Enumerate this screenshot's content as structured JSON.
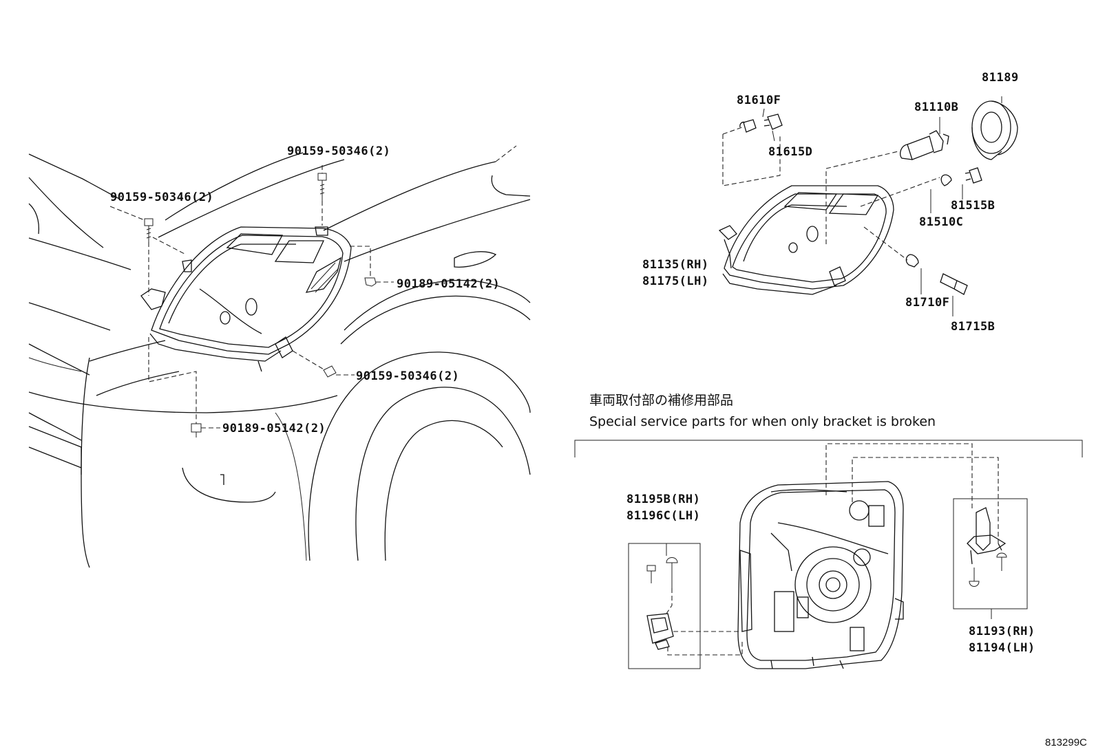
{
  "left_labels": [
    "90159-50346(2)",
    "90159-50346(2)",
    "90189-05142(2)",
    "90159-50346(2)",
    "90189-05142(2)"
  ],
  "right_labels": {
    "p81189": "81189",
    "p81610F": "81610F",
    "p81110B": "81110B",
    "p81615D": "81615D",
    "p81515B": "81515B",
    "p81510C": "81510C",
    "p81135": "81135(RH)",
    "p81175": "81175(LH)",
    "p81710F": "81710F",
    "p81715B": "81715B"
  },
  "service_note": {
    "japanese": "車両取付部の補修用部品",
    "english": "Special service parts for when only bracket is broken"
  },
  "bracket_labels": {
    "p81195B": "81195B(RH)",
    "p81196C": "81196C(LH)",
    "p81193": "81193(RH)",
    "p81194": "81194(LH)"
  },
  "diagram_code": "813299C"
}
